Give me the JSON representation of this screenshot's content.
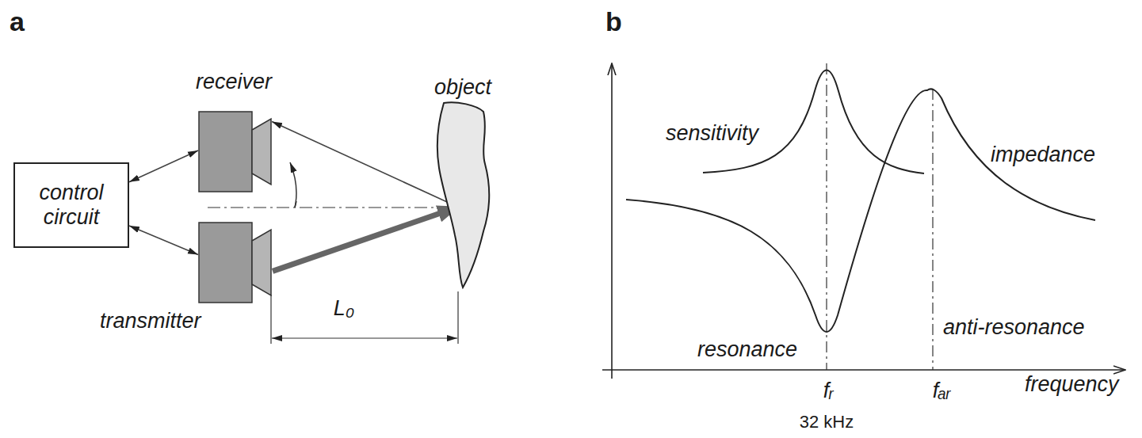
{
  "diagram": {
    "nodes": [
      {
        "text": [
          "control circuit"
        ]
      },
      {
        "text": [
          "receiver"
        ]
      },
      {
        "text": [
          "transmitter"
        ]
      },
      {
        "text": [
          "object"
        ]
      }
    ],
    "edges": [
      {
        "from": 0,
        "to": 1,
        "arrow": "both"
      },
      {
        "from": 0,
        "to": 2,
        "arrow": "both"
      },
      {
        "from": 2,
        "to": 3,
        "arrow": "to"
      },
      {
        "from": 3,
        "to": 1,
        "arrow": "to"
      }
    ],
    "labels": [
      "a",
      "b",
      "L₀",
      "sensitivity",
      "impedance",
      "resonance",
      "anti-resonance",
      "fᵣ",
      "32 kHz",
      "fₐᵣ",
      "frequency"
    ]
  }
}
